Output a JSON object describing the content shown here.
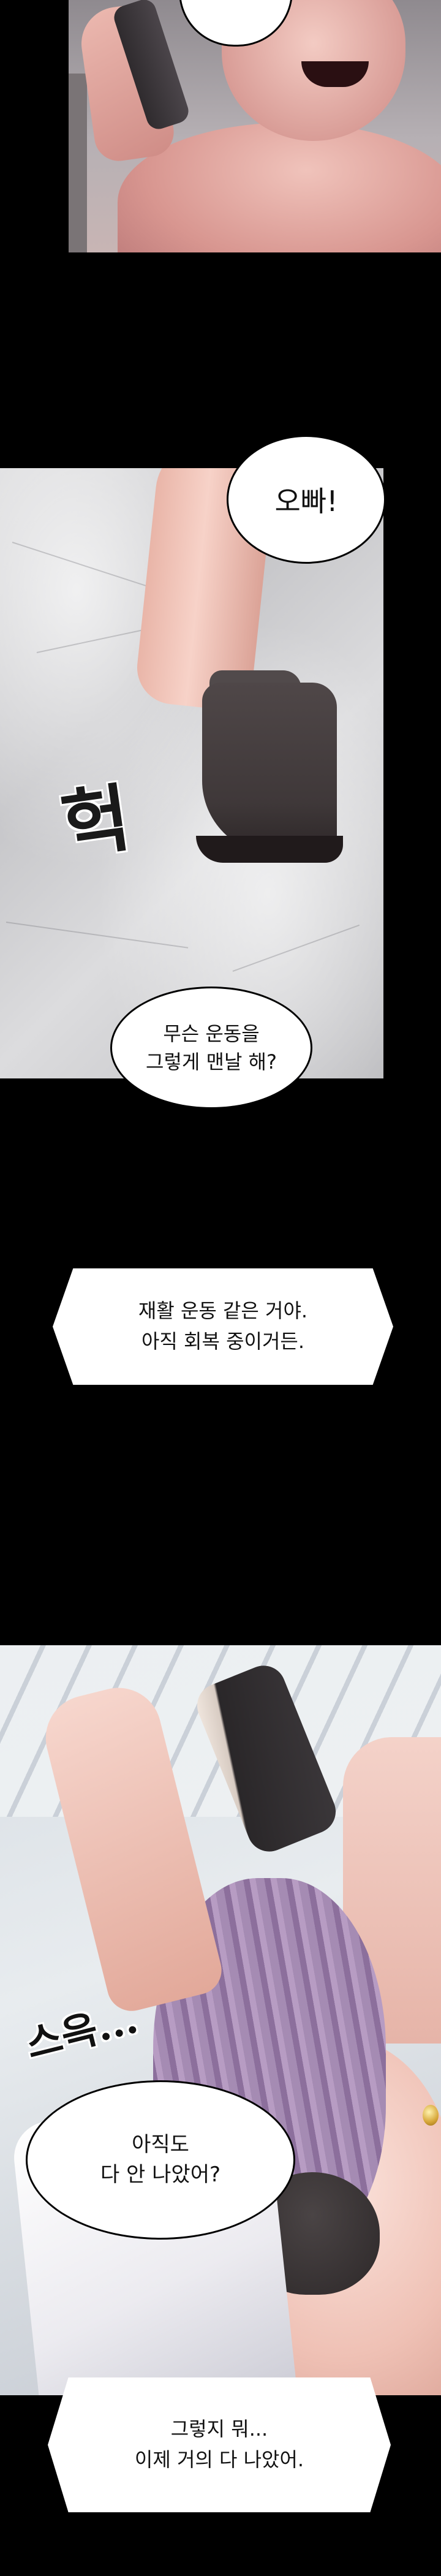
{
  "panels": [
    {
      "id": "panel-phone-call-man"
    },
    {
      "id": "panel-walking-boot"
    },
    {
      "id": "panel-girl-on-phone"
    }
  ],
  "bubbles": {
    "oppa": "오빠!",
    "exercise_question": "무슨 운동을\n그렇게 맨날 해?",
    "not_healed_question": "아직도\n다 안 나았어?"
  },
  "narration": {
    "rehab": "재활 운동 같은 거야.\n아직 회복 중이거든.",
    "almost_healed": "그렇지 뭐...\n이제 거의 다 나았어."
  },
  "sfx": {
    "gasp": "헉",
    "swoosh": "스윽..."
  },
  "colors": {
    "background": "#000000",
    "bubble_fill": "#ffffff",
    "bubble_border": "#000000",
    "hair": "#a58bb3",
    "boot": "#4f4748"
  }
}
